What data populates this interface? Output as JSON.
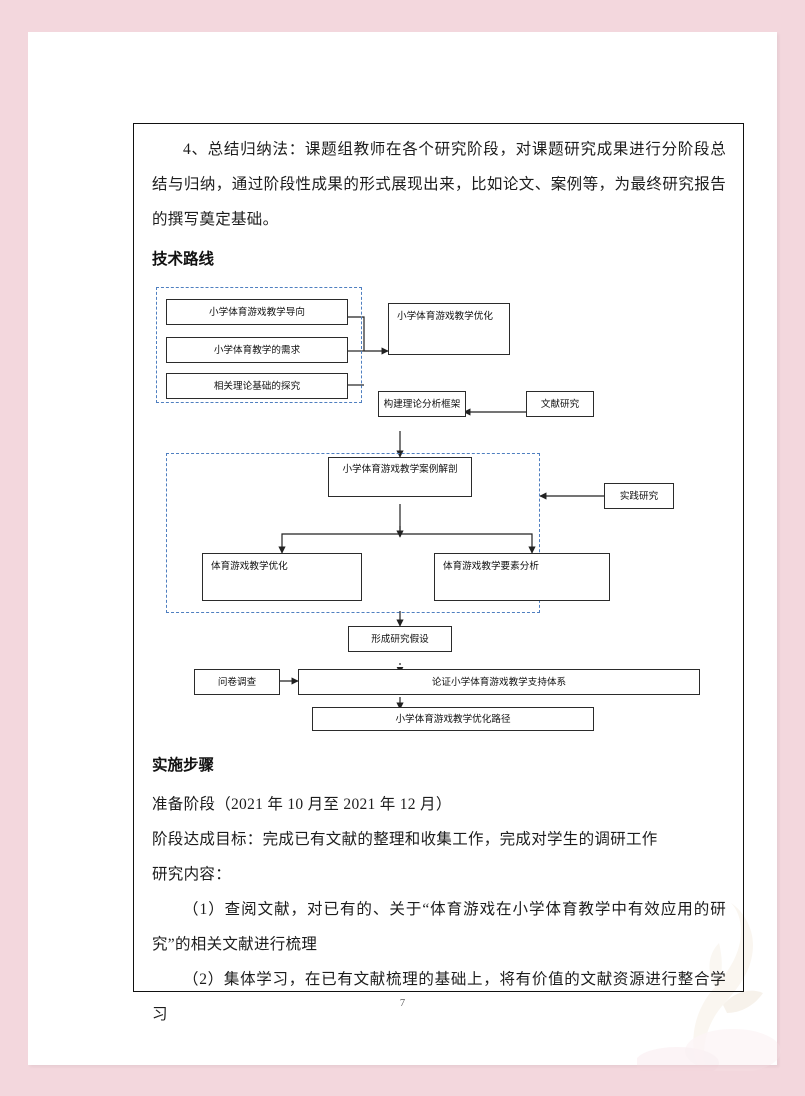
{
  "page": {
    "number": "7",
    "accent_pink": "#f3d7dd",
    "paper": "#ffffff",
    "dash_blue": "#4f7fc0"
  },
  "paragraphs": {
    "p1": "4、总结归纳法：课题组教师在各个研究阶段，对课题研究成果进行分阶段总结与归纳，通过阶段性成果的形式展现出来，比如论文、案例等，为最终研究报告的撰写奠定基础。"
  },
  "headings": {
    "tech_route": "技术路线",
    "steps": "实施步骤"
  },
  "steps_text": {
    "stage": "准备阶段（2021 年 10 月至 2021 年 12 月）",
    "goal": "阶段达成目标：完成已有文献的整理和收集工作，完成对学生的调研工作",
    "content_label": "研究内容：",
    "item1": "（1）查阅文献，对已有的、关于“体育游戏在小学体育教学中有效应用的研究”的相关文献进行梳理",
    "item2": "（2）集体学习，在已有文献梳理的基础上，将有价值的文献资源进行整合学习"
  },
  "diagram": {
    "nodes": [
      {
        "id": "orientation",
        "label": "小学体育游戏教学导向"
      },
      {
        "id": "demand",
        "label": "小学体育教学的需求"
      },
      {
        "id": "theory-basis",
        "label": "相关理论基础的探究"
      },
      {
        "id": "optimization",
        "label": "小学体育游戏教学优化"
      },
      {
        "id": "framework",
        "label": "构建理论分析框架"
      },
      {
        "id": "literature",
        "label": "文献研究"
      },
      {
        "id": "case-analysis",
        "label": "小学体育游戏教学案例解剖"
      },
      {
        "id": "practice",
        "label": "实践研究"
      },
      {
        "id": "teach-opt",
        "label": "体育游戏教学优化"
      },
      {
        "id": "element-analysis",
        "label": "体育游戏教学要素分析"
      },
      {
        "id": "hypothesis",
        "label": "形成研究假设"
      },
      {
        "id": "questionnaire",
        "label": "问卷调查"
      },
      {
        "id": "support-system",
        "label": "论证小学体育游戏教学支持体系"
      },
      {
        "id": "opt-path",
        "label": "小学体育游戏教学优化路径"
      }
    ]
  }
}
